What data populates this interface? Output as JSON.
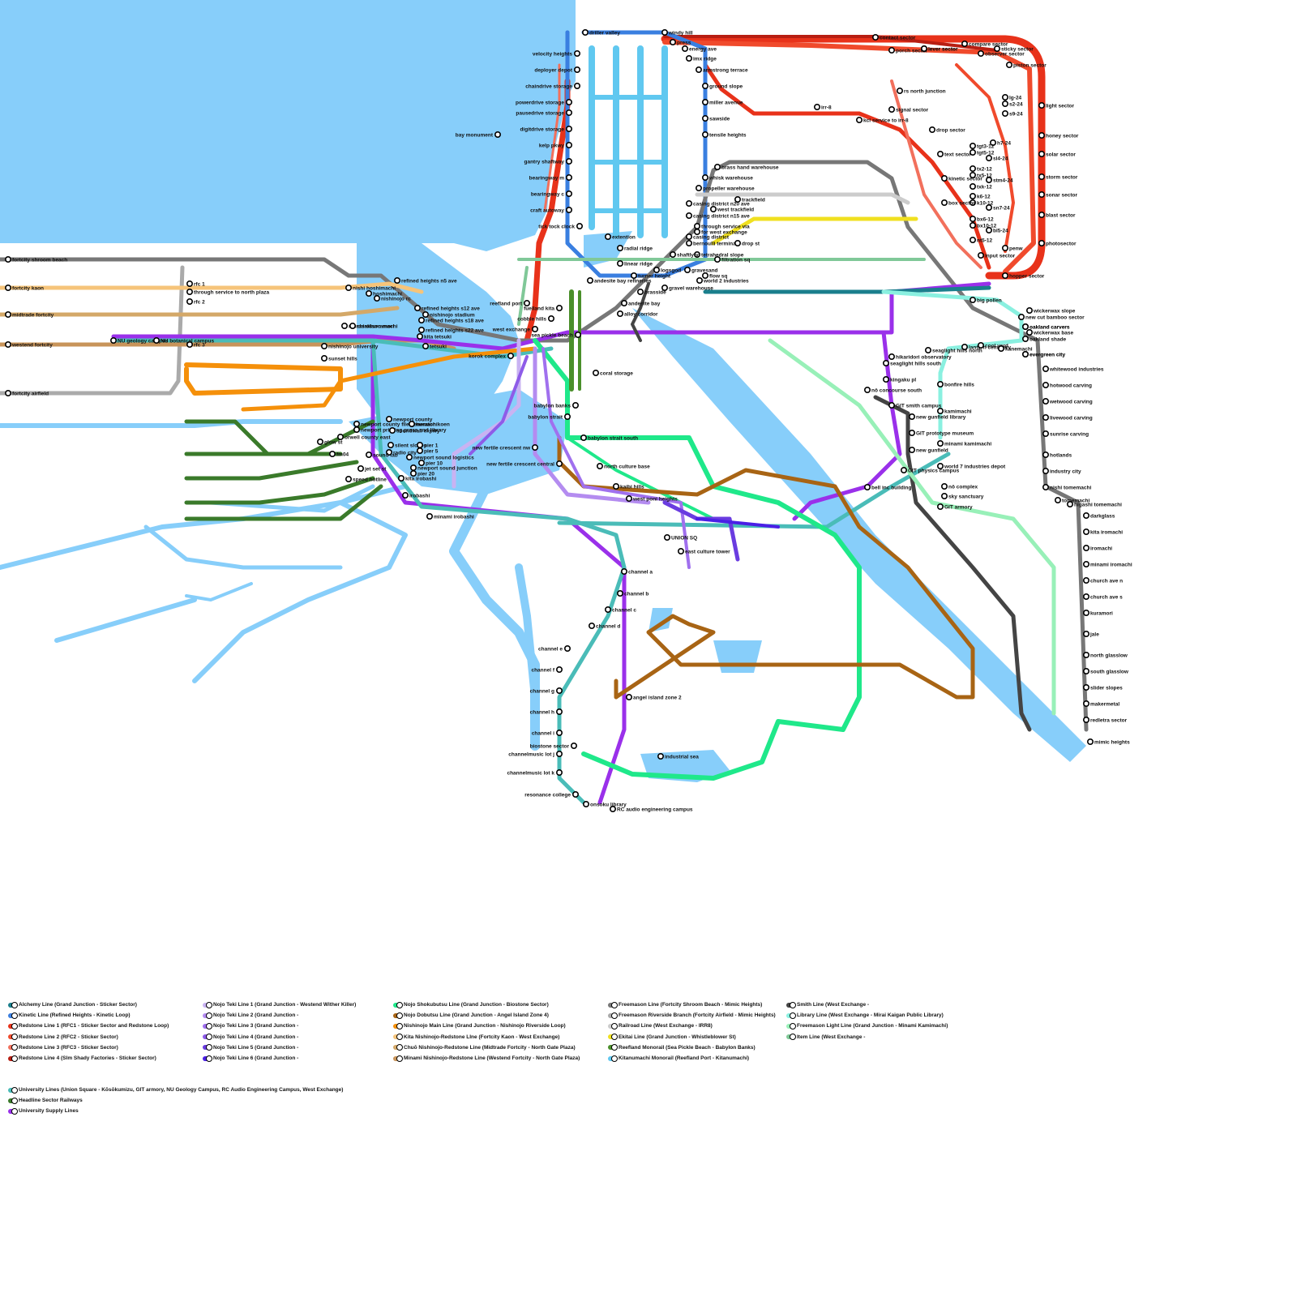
{
  "map": {
    "water_color": "#87CEFA",
    "background_color": "#FFFFFF"
  },
  "lines": [
    {
      "name": "Alchemy Line (Grand Junction - Sticker Sector)",
      "color": "#1A7F8C"
    },
    {
      "name": "Kinetic Line (Refined Heights - Kinetic Loop)",
      "color": "#3A7FE0"
    },
    {
      "name": "Redstone Line 1 (RFC1 - Sticker Sector and Redstone Loop)",
      "color": "#E8321A"
    },
    {
      "name": "Redstone Line 2 (RFC2 - Sticker Sector)",
      "color": "#F04A2C"
    },
    {
      "name": "Redstone Line 3 (RFC3 - Sticker Sector)",
      "color": "#F2705C"
    },
    {
      "name": "Redstone Line 4 (Slm Shady Factories - Sticker Sector)",
      "color": "#B81E12"
    },
    {
      "name": "Nojo Teki Line 1 (Grand Junction - Westend Wither Killer)",
      "color": "#C9B3F2"
    },
    {
      "name": "Nojo Teki Line 2 (Grand Junction -",
      "color": "#B48CF0"
    },
    {
      "name": "Nojo Teki Line 3 (Grand Junction -",
      "color": "#A070EE"
    },
    {
      "name": "Nojo Teki Line 4 (Grand Junction -",
      "color": "#8E5CE8"
    },
    {
      "name": "Nojo Teki Line 5 (Grand Junction -",
      "color": "#6A3CE0"
    },
    {
      "name": "Nojo Teki Line 6 (Grand Junction -",
      "color": "#4A1FE6"
    },
    {
      "name": "Nojo Shokubutsu Line (Grand Junction - Biostone Sector)",
      "color": "#1FE88A"
    },
    {
      "name": "Nojo Dobutsu Line (Grand Junction - Angel Island Zone 4)",
      "color": "#A86414"
    },
    {
      "name": "Nishinojo Main Line (Grand Junction - Nishinojo Riverside Loop)",
      "color": "#F5900A"
    },
    {
      "name": "Kita Nishinojo-Redstone LIne (Fortcity Kaon - West Exchange)",
      "color": "#F6C47A"
    },
    {
      "name": "Chuō Nishinojo-Redstone Line (Midtrade Fortcity - North Gate Plaza)",
      "color": "#D4A868"
    },
    {
      "name": "Minami Nishinojo-Redstone Line (Westend Fortcity - North Gate Plaza)",
      "color": "#C8945A"
    },
    {
      "name": "Freemason Line (Fortcity Shroom Beach - Mimic Heights)",
      "color": "#777777"
    },
    {
      "name": "Freemason Riverside Branch (Fortcity Airfield - Mimic Heights)",
      "color": "#AAAAAA"
    },
    {
      "name": "Railroad Line (West Exchange - IRR8)",
      "color": "#CCCCCC"
    },
    {
      "name": "Ekitai Line (Grand Junction - Whistleblower St)",
      "color": "#F0E020"
    },
    {
      "name": "Reefland Monorail (Sea Pickle Beach - Babylon Banks)",
      "color": "#4A8F2A"
    },
    {
      "name": "Kitanumachi Monorail (Reefland Port - Kitanumachi)",
      "color": "#60C8F0"
    },
    {
      "name": "Smith Line (West Exchange -",
      "color": "#444444"
    },
    {
      "name": "Library Line (West Exchange - Mirai Kaigan Public Library)",
      "color": "#8AF0E0"
    },
    {
      "name": "Freemason Light Line (Grand Junction - Minami Kamimachi)",
      "color": "#98F0B8"
    },
    {
      "name": "Item Line (West Exchange -",
      "color": "#80C898"
    },
    {
      "name": "University Lines (Union Square - Kōsōkumizu, GIT armory, NU Geology Campus, RC Audio Engineering Campus, West Exchange)",
      "color": "#4ABCB8"
    },
    {
      "name": "Headline Sector Railways",
      "color": "#3A7A2A"
    },
    {
      "name": "University Supply Lines",
      "color": "#9A30EA"
    }
  ],
  "stations": [
    "driller valley",
    "velocity heights",
    "deployer depot",
    "chaindrive storage",
    "powerdrive storage",
    "pausedrive storage",
    "digitdrive storage",
    "kelp pkwy",
    "gantry shaftway",
    "bearingway m",
    "bearingway c",
    "craft autoway",
    "tick tock clock",
    "extention",
    "radial ridge",
    "bay monument",
    "windy hill",
    "press",
    "energy ave",
    "imx ridge",
    "armstrong terrace",
    "ground slope",
    "miller avenue",
    "sawside",
    "tensile heights",
    "contact sector",
    "compare sector",
    "observer sector",
    "piston sector",
    "porch sector",
    "lever sector",
    "rs north junction",
    "sticky sector",
    "light sector",
    "honey sector",
    "solar sector",
    "storm sector",
    "sonar sector",
    "blast sector",
    "photosector",
    "input sector",
    "hopper sector",
    "lever sector",
    "h7-24",
    "tgt3-12",
    "tgt5-12",
    "sl4-24",
    "tx2-12",
    "tx5-12",
    "stm4-24",
    "txk-12",
    "k6-12",
    "k10-12",
    "sn7-24",
    "bx6-12",
    "bx10-12",
    "bl5-24",
    "nt5-12",
    "penw",
    "lg-24",
    "s2-24",
    "s9-24",
    "irr-8",
    "kcl service to irr-8",
    "signal sector",
    "drop sector",
    "text sector",
    "kinetic sector",
    "box sector",
    "brass hand warehouse",
    "whisk warehouse",
    "propeller warehouse",
    "trackfield",
    "west trackfield",
    "casing district n20 ave",
    "casing district n15 ave",
    "through service via",
    "for west exchange",
    "casing district",
    "bernoulli terminal",
    "tetrahedral slope",
    "filtration sq",
    "drop st",
    "linear ridge",
    "turner height",
    "logsgod",
    "gravesand",
    "flow sq",
    "world 2 industries",
    "gravel warehouse",
    "andesite bay refineries",
    "brasside",
    "andesite bay",
    "shaftlynd",
    "fuelland kita",
    "cobble hills",
    "west exchange",
    "reefland port",
    "alloy corridor",
    "sea pickle beach",
    "korok complex",
    "coral storage",
    "babylon banks",
    "babylon strait",
    "babylon strait south",
    "new fertile crescent nw",
    "new fertile crescent central",
    "north culture base",
    "kaibi hills",
    "west poni heights",
    "UNION SQ",
    "east culture tower",
    "channel a",
    "channel b",
    "channel c",
    "channel d",
    "channel e",
    "channel f",
    "channel g",
    "channel h",
    "channel i",
    "channelmusic lot j",
    "channelmusic lot k",
    "resonance college",
    "onsoku library",
    "RC audio engineering campus",
    "biostone sector",
    "industrial sea",
    "angel island zone 2",
    "fortcity shroom beach",
    "fortcity kaon",
    "midtrade fortcity",
    "westend fortcity",
    "fortcity airfield",
    "through service to north plaza",
    "rfc 1",
    "rfc 2",
    "rfc 3",
    "NU geology campus",
    "NU botanical campus",
    "refined heights n5 ave",
    "nishi hoshimachi",
    "hoshimachi",
    "nishinojo rc",
    "refined heights s12 ave",
    "nishinojo stadium",
    "refined heights s18 ave",
    "murasakisoramori",
    "shirokuro machi",
    "refined heights s22 ave",
    "kita tetsuki",
    "tetsuki",
    "nishinojo university",
    "sunset hills",
    "newport county file generator",
    "newport printing press and library",
    "newport county",
    "orwell county east",
    "humachikoen",
    "soundwall expwy",
    "silent slopes",
    "radio city",
    "pier 1",
    "pier 5",
    "newport sound logistics",
    "pier 10",
    "newport sound junction",
    "pier 20",
    "kita irobashi",
    "irobashi",
    "minami irobashi",
    "speed hotline",
    "jet set st",
    "sound lab",
    "glow st",
    "fm04",
    "wickerwax slope",
    "new cut bamboo sector",
    "wickerwax base",
    "oakland shade",
    "oakland carvers",
    "evergreen city",
    "whitewood industries",
    "hotwood carving",
    "wetwood carving",
    "livewood carving",
    "sunrise carving",
    "hotlands",
    "industry city",
    "nishi tomemachi",
    "tomemachi",
    "higashi tomemachi",
    "darkglass",
    "kita iromachi",
    "iromachi",
    "minami iromachi",
    "church ave n",
    "church ave s",
    "kuramori",
    "jale",
    "north glasslow",
    "south glasslow",
    "slider slopes",
    "makermetal",
    "redletra sector",
    "mimic heights",
    "seaglight hills north",
    "hikaridori observatory",
    "seaglight hills south",
    "bonfire hills",
    "kingaku pl",
    "nō concourse south",
    "GIT smith campus",
    "kamimachi",
    "new gunfield library",
    "GIT prototype museum",
    "minami kamimachi",
    "new gunfield",
    "GIT physics campus",
    "world 7 industries depot",
    "bell inc building",
    "GIT armory",
    "nō complex",
    "sky sanctuary",
    "lantern cemetery",
    "cool yard",
    "oakland carvers",
    "big pollen",
    "kanemachi",
    "evergreen city"
  ],
  "legend_title": ""
}
